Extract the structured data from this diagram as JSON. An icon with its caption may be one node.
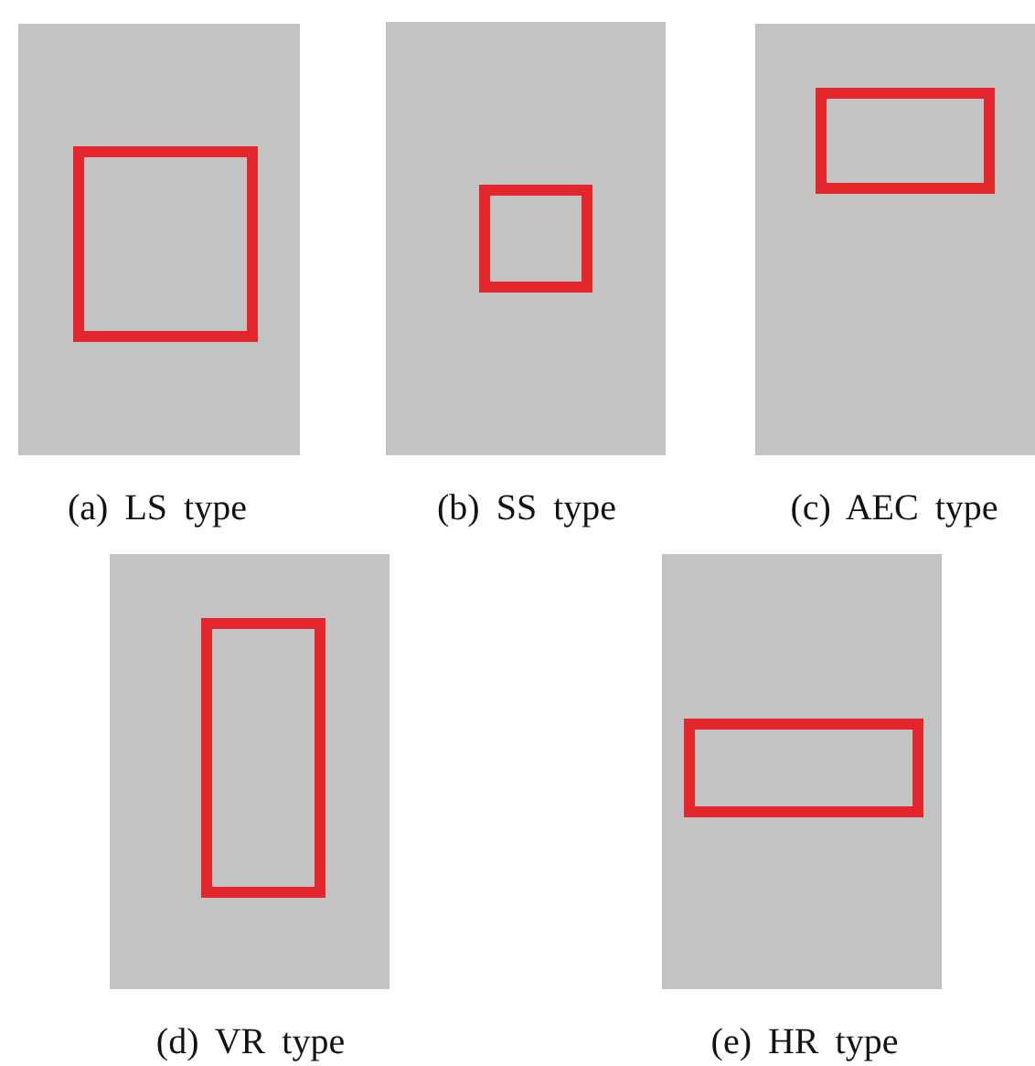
{
  "diagram": {
    "labels": [
      "(a) LS type",
      "(b) SS type",
      "(c) AEC type",
      "(d) VR type",
      "(e) HR type"
    ]
  }
}
